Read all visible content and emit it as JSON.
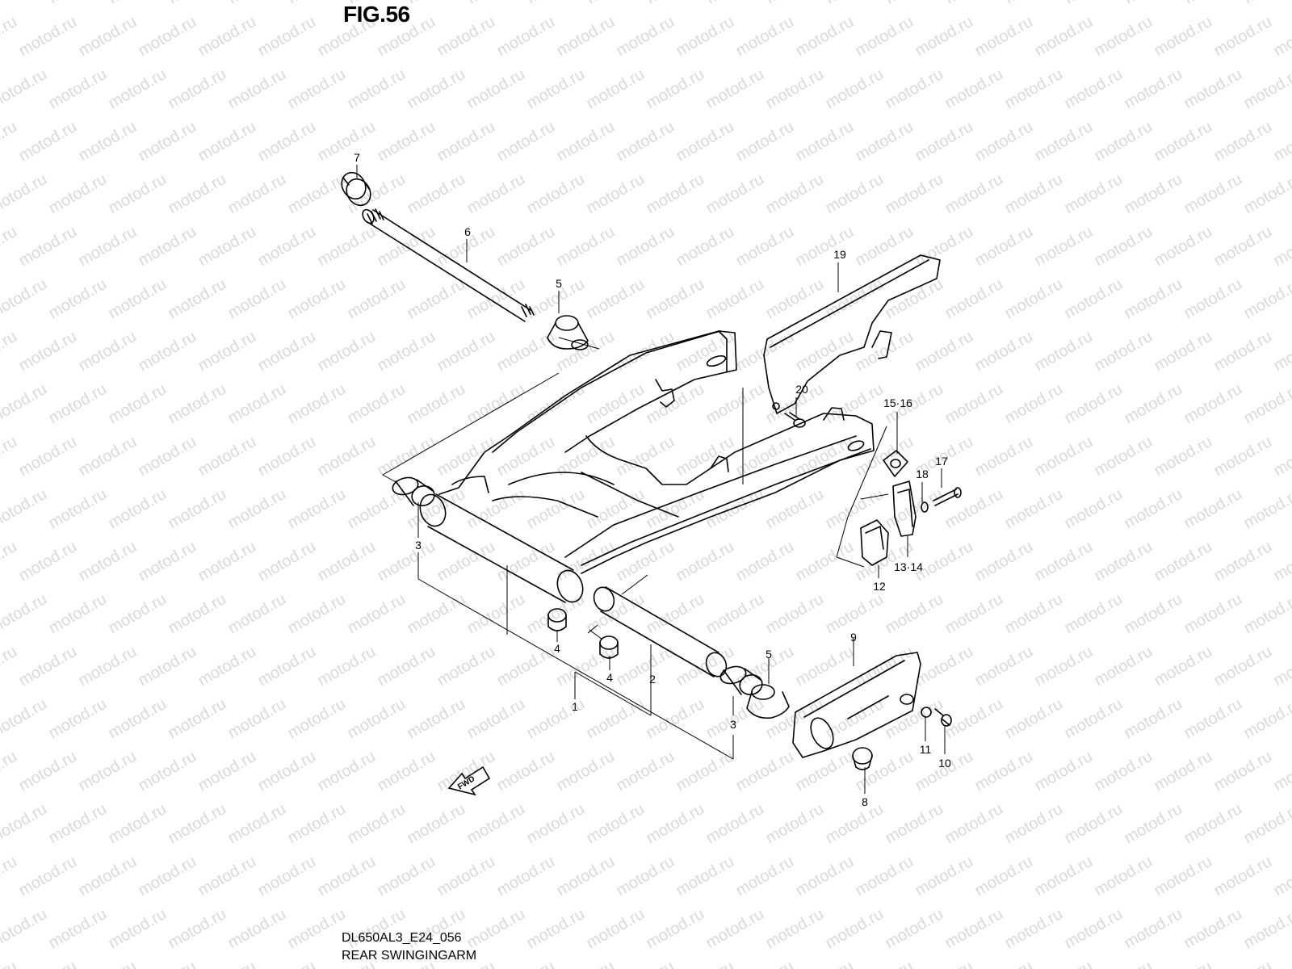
{
  "figure": {
    "title": "FIG.56"
  },
  "footer": {
    "code": "DL650AL3_E24_056",
    "name": "REAR SWINGINGARM"
  },
  "watermark": {
    "text": "motod.ru",
    "color": "#d9d9d9"
  },
  "direction_badge": {
    "text": "FWD"
  },
  "callouts": {
    "c1": "1",
    "c2": "2",
    "c3a": "3",
    "c3b": "3",
    "c4a": "4",
    "c4b": "4",
    "c5a": "5",
    "c5b": "5",
    "c6": "6",
    "c7": "7",
    "c8": "8",
    "c9": "9",
    "c10": "10",
    "c11": "11",
    "c12": "12",
    "c13_14": "13·14",
    "c15_16": "15·16",
    "c17": "17",
    "c18": "18",
    "c19": "19",
    "c20": "20"
  }
}
